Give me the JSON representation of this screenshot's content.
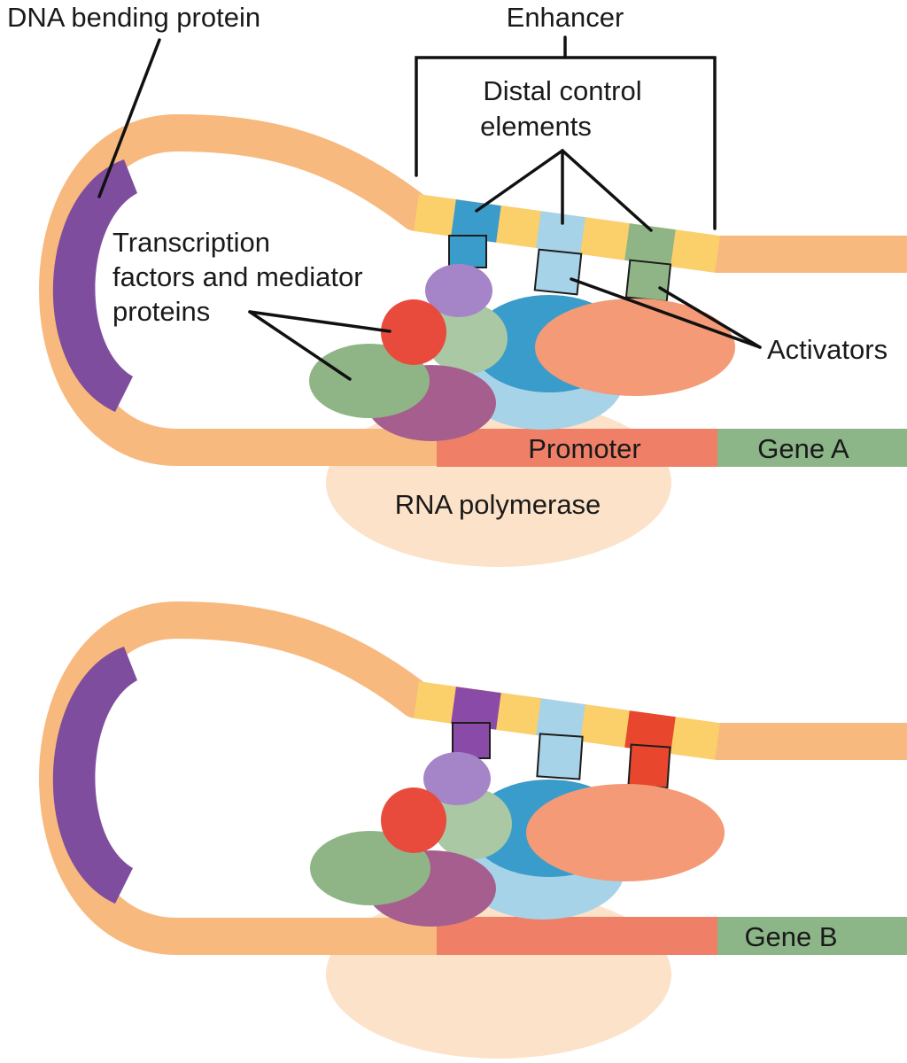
{
  "labels": {
    "dna_bending_protein": "DNA bending protein",
    "enhancer": "Enhancer",
    "distal_control_line1": "Distal control",
    "distal_control_line2": "elements",
    "tf_line1": "Transcription",
    "tf_line2": "factors and mediator",
    "tf_line3": "proteins",
    "activators": "Activators",
    "promoter": "Promoter",
    "gene_a": "Gene A",
    "rna_polymerase": "RNA polymerase",
    "gene_b": "Gene B"
  },
  "colors": {
    "dna": "#f7b97d",
    "enhancer_segment": "#fbd06a",
    "bending_protein": "#7e4d9e",
    "promoter": "#ef7f67",
    "gene": "#8cb588",
    "rna_polymerase": "#fce2c8",
    "mediator_blue": "#3a9ccb",
    "mediator_light_blue": "#a7d3e8",
    "lavender": "#a585c8",
    "red": "#e84b3c",
    "sage": "#a9c8a3",
    "green": "#8fb586",
    "mauve": "#a65e8f",
    "salmon": "#f49a76",
    "activator_blue": "#3a9ccb",
    "activator_light_blue": "#a7d3e8",
    "activator_green": "#8fb586",
    "activator_purple": "#8a4aa8",
    "activator_red": "#e8472e"
  }
}
